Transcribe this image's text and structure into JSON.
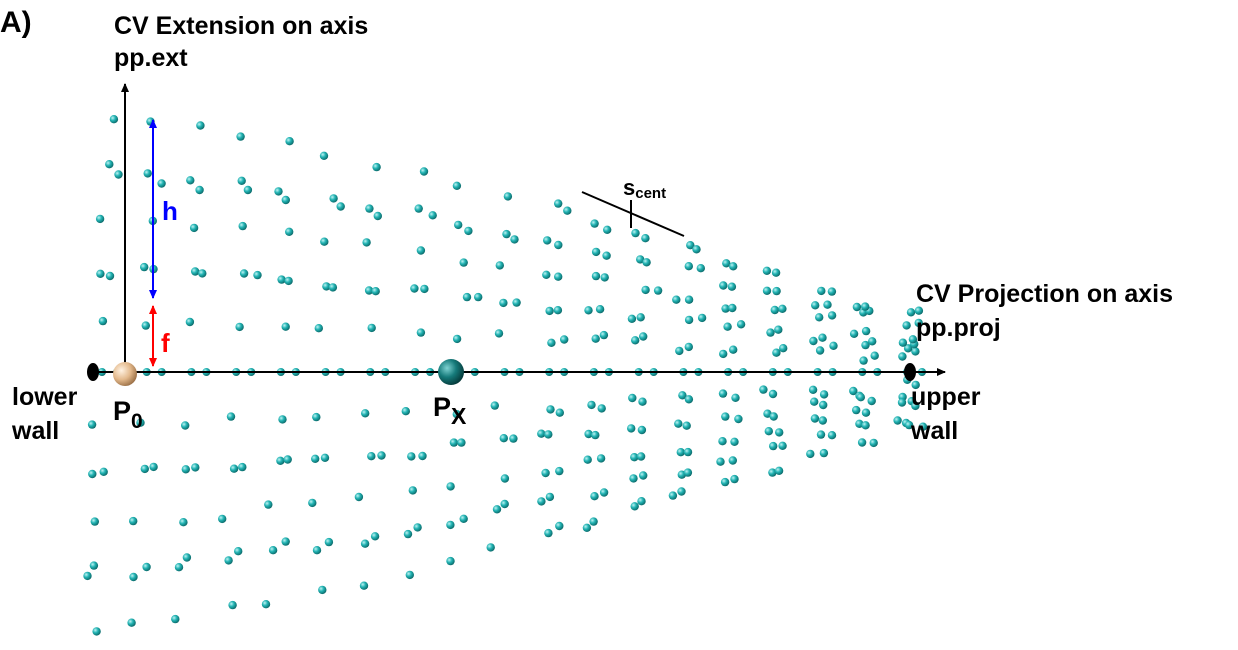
{
  "panel_label": "A)",
  "y_axis_title_line1": "CV Extension on axis",
  "y_axis_title_line2": "pp.ext",
  "x_axis_title_line1": "CV Projection on axis",
  "x_axis_title_line2": "pp.proj",
  "lower_wall_line1": "lower",
  "lower_wall_line2": "wall",
  "upper_wall_line1": "upper",
  "upper_wall_line2": "wall",
  "p0_label": "P",
  "p0_sub": "0",
  "px_label": "P",
  "px_sub": "X",
  "h_label": "h",
  "f_label": "f",
  "scent_label": "s",
  "scent_sub": "cent",
  "colors": {
    "node": "#17a3a3",
    "node_dark": "#0b6f6f",
    "h_arrow": "#0000ff",
    "f_arrow": "#ff0000",
    "p0": "#e8c29a",
    "px": "#157a7a",
    "wall": "#000000"
  }
}
